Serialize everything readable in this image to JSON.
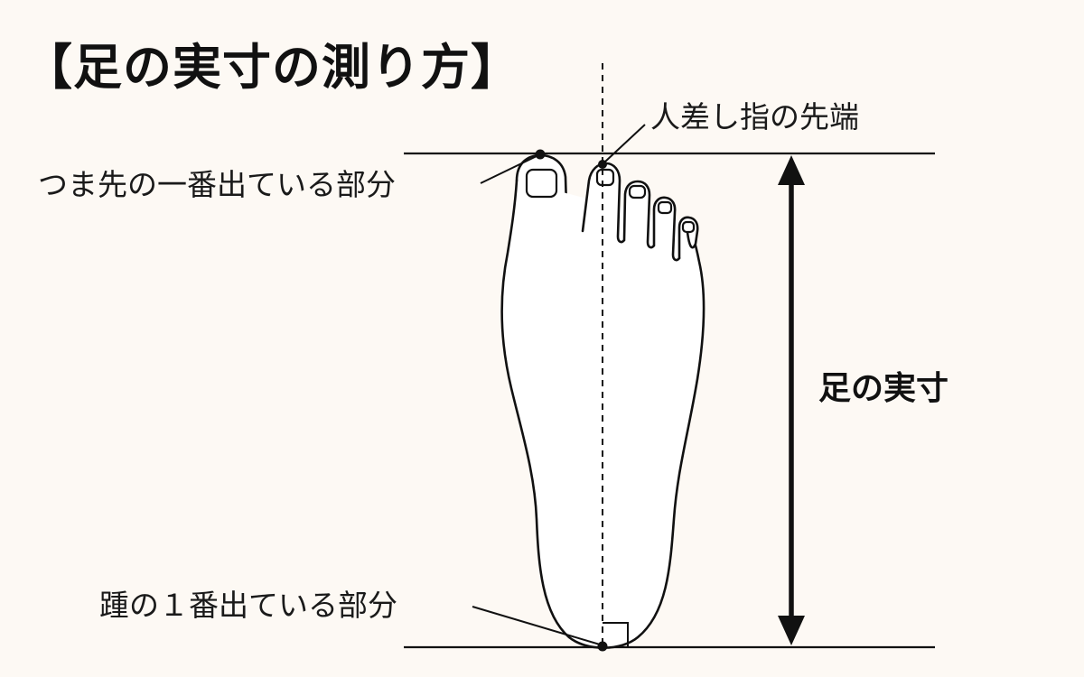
{
  "title": "【足の実寸の測り方】",
  "labels": {
    "toe_tip": "つま先の一番出ている部分",
    "index_toe_tip": "人差し指の先端",
    "heel": "踵の１番出ている部分",
    "foot_length": "足の実寸"
  },
  "colors": {
    "background": "#fdf9f4",
    "line": "#111111",
    "foot_fill": "#ffffff"
  },
  "icons": {
    "measurement_arrow": "double-headed-vertical-arrow",
    "center_axis": "dashed-vertical-line",
    "reference_point": "filled-dot"
  }
}
